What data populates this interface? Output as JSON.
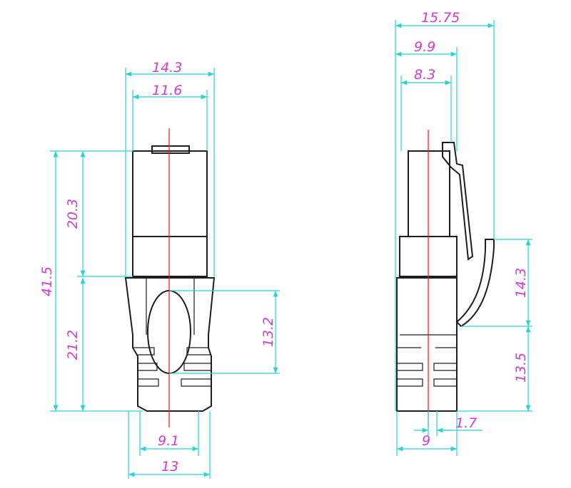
{
  "colors": {
    "dimension_line": "#29d3d3",
    "dimension_text": "#d23ad2",
    "center_line": "#ff1010",
    "outline": "#1e1e1e"
  },
  "front_view": {
    "width_top_outer": "14.3",
    "width_top_inner": "11.6",
    "height_total": "41.5",
    "height_plug": "20.3",
    "height_boot": "21.2",
    "opening_height": "13.2",
    "width_tip": "9.1",
    "width_boot": "13"
  },
  "side_view": {
    "width_overall": "15.75",
    "width_body": "9.9",
    "width_inner": "8.3",
    "latch_height": "14.3",
    "boot_height": "13.5",
    "tip_offset": "1.7",
    "tip_width": "9"
  }
}
